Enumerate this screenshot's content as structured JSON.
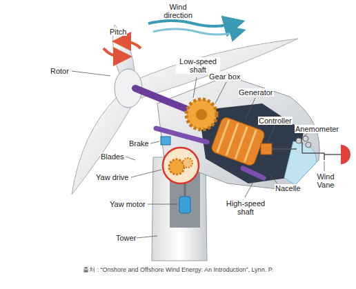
{
  "diagram": {
    "caption": "출처 : “Onshore and Offshore Wind Energy: An Introduction”, Lynn. P.",
    "labels": [
      "Pitch",
      "Wind direction",
      "Rotor",
      "Low-speed shaft",
      "Gear box",
      "Generator",
      "Controller",
      "Anemometer",
      "Wind Vane",
      "Brake",
      "Blades",
      "Yaw drive",
      "Nacelle",
      "High-speed shaft",
      "Yaw motor",
      "Tower"
    ]
  }
}
